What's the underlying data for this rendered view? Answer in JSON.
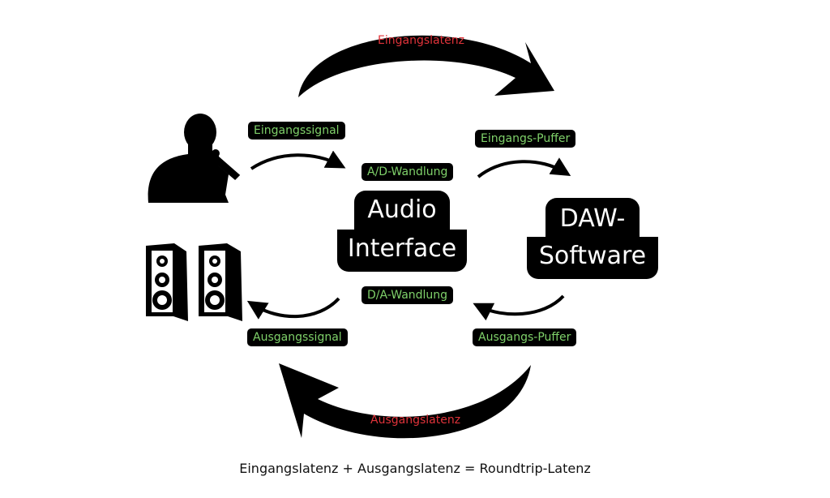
{
  "nodes": {
    "audio_interface": {
      "line1": "Audio",
      "line2": "Interface"
    },
    "daw_software": {
      "line1": "DAW-",
      "line2": "Software"
    }
  },
  "labels": {
    "eingangssignal": "Eingangssignal",
    "ad_wandlung": "A/D-Wandlung",
    "eingangs_puffer": "Eingangs-Puffer",
    "da_wandlung": "D/A-Wandlung",
    "ausgangssignal": "Ausgangssignal",
    "ausgangs_puffer": "Ausgangs-Puffer"
  },
  "latency": {
    "input": "Eingangslatenz",
    "output": "Ausgangslatenz"
  },
  "equation": "Eingangslatenz + Ausgangslatenz = Roundtrip-Latenz",
  "icons": [
    "singer-icon",
    "speakers-icon"
  ],
  "colors": {
    "label_text": "#7fd16a",
    "latency_text": "#e0333a",
    "shape": "#000000"
  }
}
